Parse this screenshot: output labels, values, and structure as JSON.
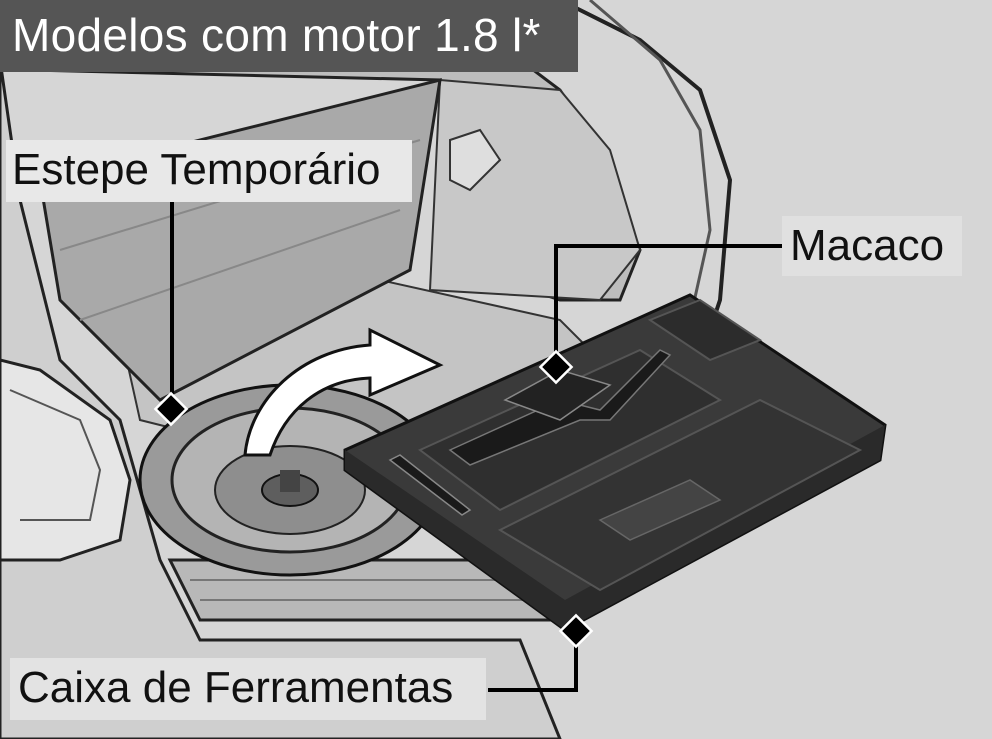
{
  "title": "Modelos com motor 1.8 l*",
  "labels": {
    "spare_tire": "Estepe Temporário",
    "jack": "Macaco",
    "tool_box": "Caixa de Ferramentas"
  },
  "colors": {
    "title_background": "#555555",
    "title_text": "#ffffff",
    "label_text": "#111111",
    "tool_box": "#3a3a3a",
    "leader_line": "#000000"
  }
}
